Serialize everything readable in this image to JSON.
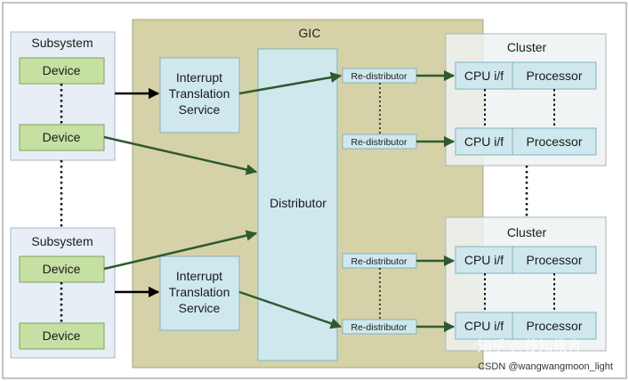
{
  "colors": {
    "gic_bg": "#d6d2a8",
    "gic_border": "#a9a57a",
    "box_fill": "#cfe8ee",
    "box_border": "#7fb3c2",
    "device_fill": "#c6dfa3",
    "device_border": "#7ea15a",
    "subsystem_fill": "#e7eef6",
    "cluster_fill": "#eef2f2",
    "arrow_green": "#2e5b2e",
    "arrow_black": "#000000"
  },
  "gic": {
    "title": "GIC"
  },
  "subsystems": [
    {
      "title": "Subsystem",
      "devices": [
        "Device",
        "Device"
      ]
    },
    {
      "title": "Subsystem",
      "devices": [
        "Device",
        "Device"
      ]
    }
  ],
  "its": [
    {
      "lines": [
        "Interrupt",
        "Translation",
        "Service"
      ]
    },
    {
      "lines": [
        "Interrupt",
        "Translation",
        "Service"
      ]
    }
  ],
  "distributor": {
    "label": "Distributor"
  },
  "redistributors": [
    "Re-distributor",
    "Re-distributor",
    "Re-distributor",
    "Re-distributor"
  ],
  "clusters": [
    {
      "title": "Cluster",
      "rows": [
        {
          "cpu": "CPU i/f",
          "proc": "Processor"
        },
        {
          "cpu": "CPU i/f",
          "proc": "Processor"
        }
      ]
    },
    {
      "title": "Cluster",
      "rows": [
        {
          "cpu": "CPU i/f",
          "proc": "Processor"
        },
        {
          "cpu": "CPU i/f",
          "proc": "Processor"
        }
      ]
    }
  ],
  "watermark": "知乎 @移知教育",
  "credit": "CSDN @wangwangmoon_light"
}
